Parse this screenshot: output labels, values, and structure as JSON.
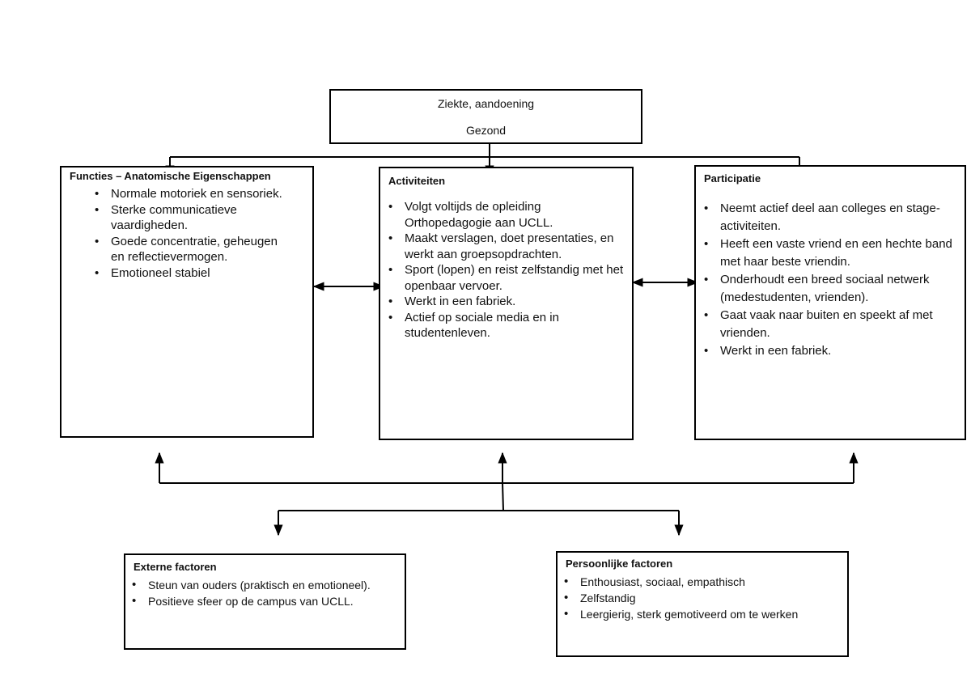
{
  "top": {
    "line1": "Ziekte, aandoening",
    "line2": "Gezond"
  },
  "functies": {
    "title": "Functies – Anatomische Eigenschappen",
    "items": [
      "Normale motoriek en sensoriek.",
      "Sterke communicatieve vaardigheden.",
      "Goede concentratie, geheugen en reflectievermogen.",
      "Emotioneel stabiel"
    ]
  },
  "activiteiten": {
    "title": "Activiteiten",
    "items": [
      "Volgt voltijds de opleiding Orthopedagogie aan UCLL.",
      "Maakt verslagen, doet presentaties, en werkt aan groepsopdrachten.",
      "Sport (lopen) en reist zelfstandig met het openbaar vervoer.",
      "Werkt in een fabriek.",
      "Actief op sociale media en in studentenleven."
    ]
  },
  "participatie": {
    "title": "Participatie",
    "items": [
      "Neemt actief deel aan colleges en stage-activiteiten.",
      "Heeft een vaste vriend en een hechte band met haar beste vriendin.",
      "Onderhoudt een breed sociaal netwerk (medestudenten, vrienden).",
      "Gaat vaak naar buiten en speekt af met vrienden.",
      "Werkt in een fabriek."
    ]
  },
  "externe": {
    "title": "Externe factoren",
    "items": [
      "Steun van ouders (praktisch en emotioneel).",
      "Positieve sfeer op de campus van UCLL."
    ]
  },
  "persoonlijke": {
    "title": "Persoonlijke factoren",
    "items": [
      "Enthousiast, sociaal, empathisch",
      "Zelfstandig",
      "Leergierig, sterk gemotiveerd om te werken"
    ]
  }
}
